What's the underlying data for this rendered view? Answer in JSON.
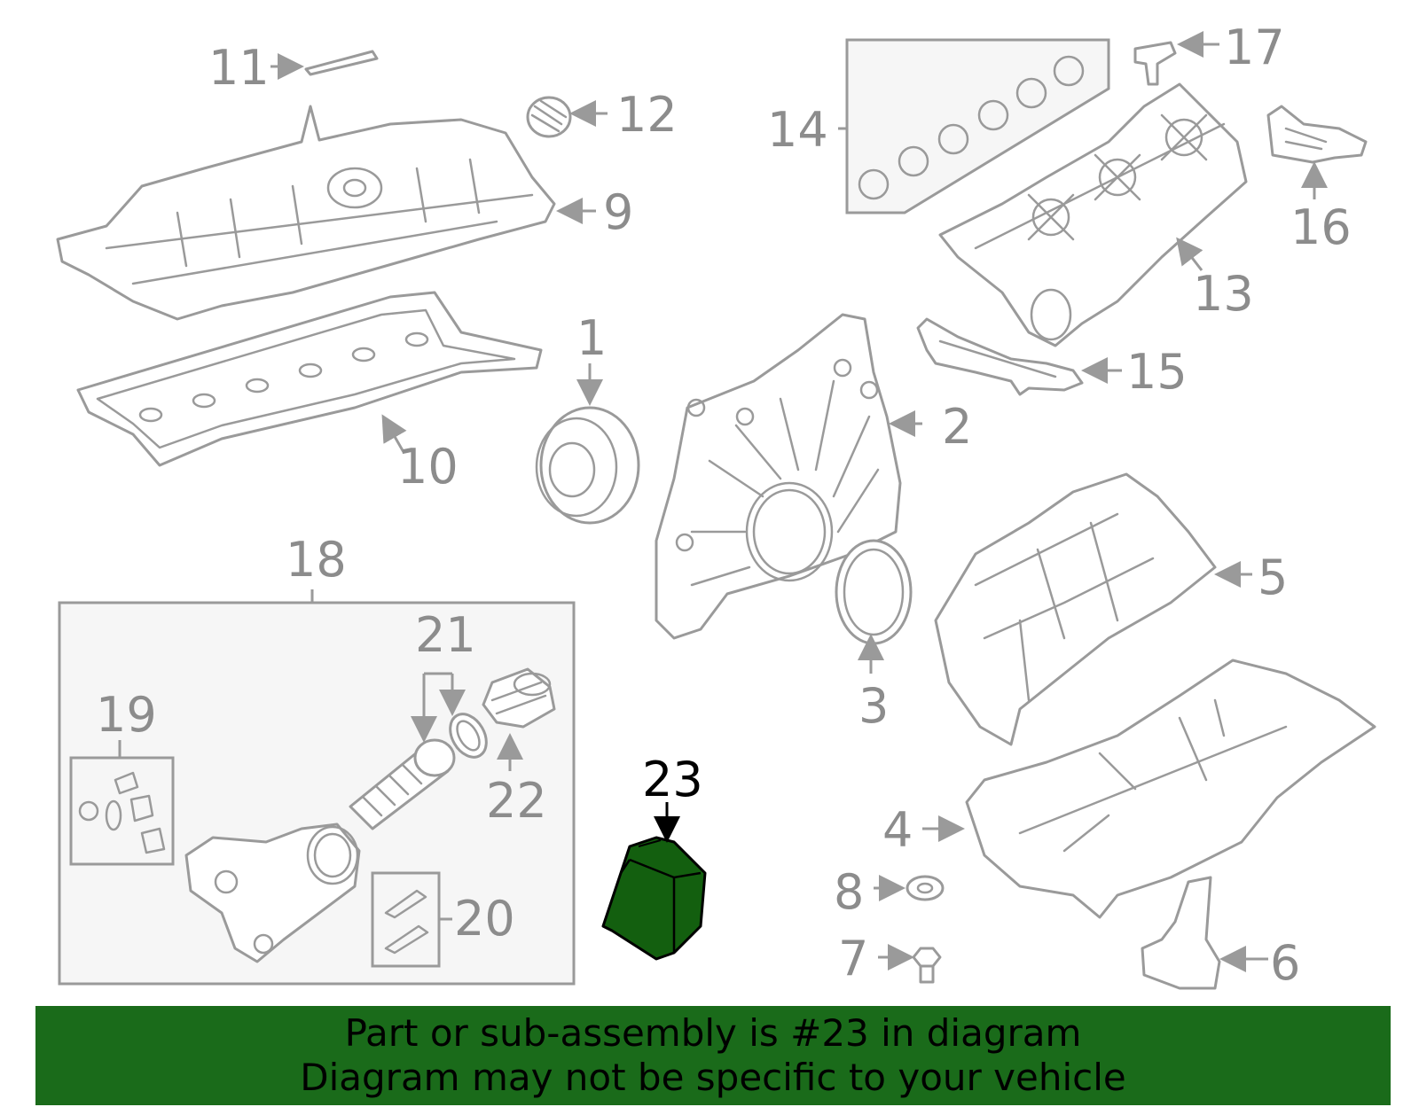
{
  "diagram": {
    "highlighted_part": "23",
    "colors": {
      "highlight_fill": "#135f0f",
      "banner_bg": "#1a6b1a",
      "line": "#9a9a9a",
      "callout_text": "#8c8c8c"
    },
    "callouts": {
      "c1": "1",
      "c2": "2",
      "c3": "3",
      "c4": "4",
      "c5": "5",
      "c6": "6",
      "c7": "7",
      "c8": "8",
      "c9": "9",
      "c10": "10",
      "c11": "11",
      "c12": "12",
      "c13": "13",
      "c14": "14",
      "c15": "15",
      "c16": "16",
      "c17": "17",
      "c18": "18",
      "c19": "19",
      "c20": "20",
      "c21": "21",
      "c22": "22",
      "c23": "23"
    }
  },
  "banner": {
    "line1": "Part or sub-assembly is #23 in diagram",
    "line2": "Diagram may not be specific to your vehicle"
  }
}
